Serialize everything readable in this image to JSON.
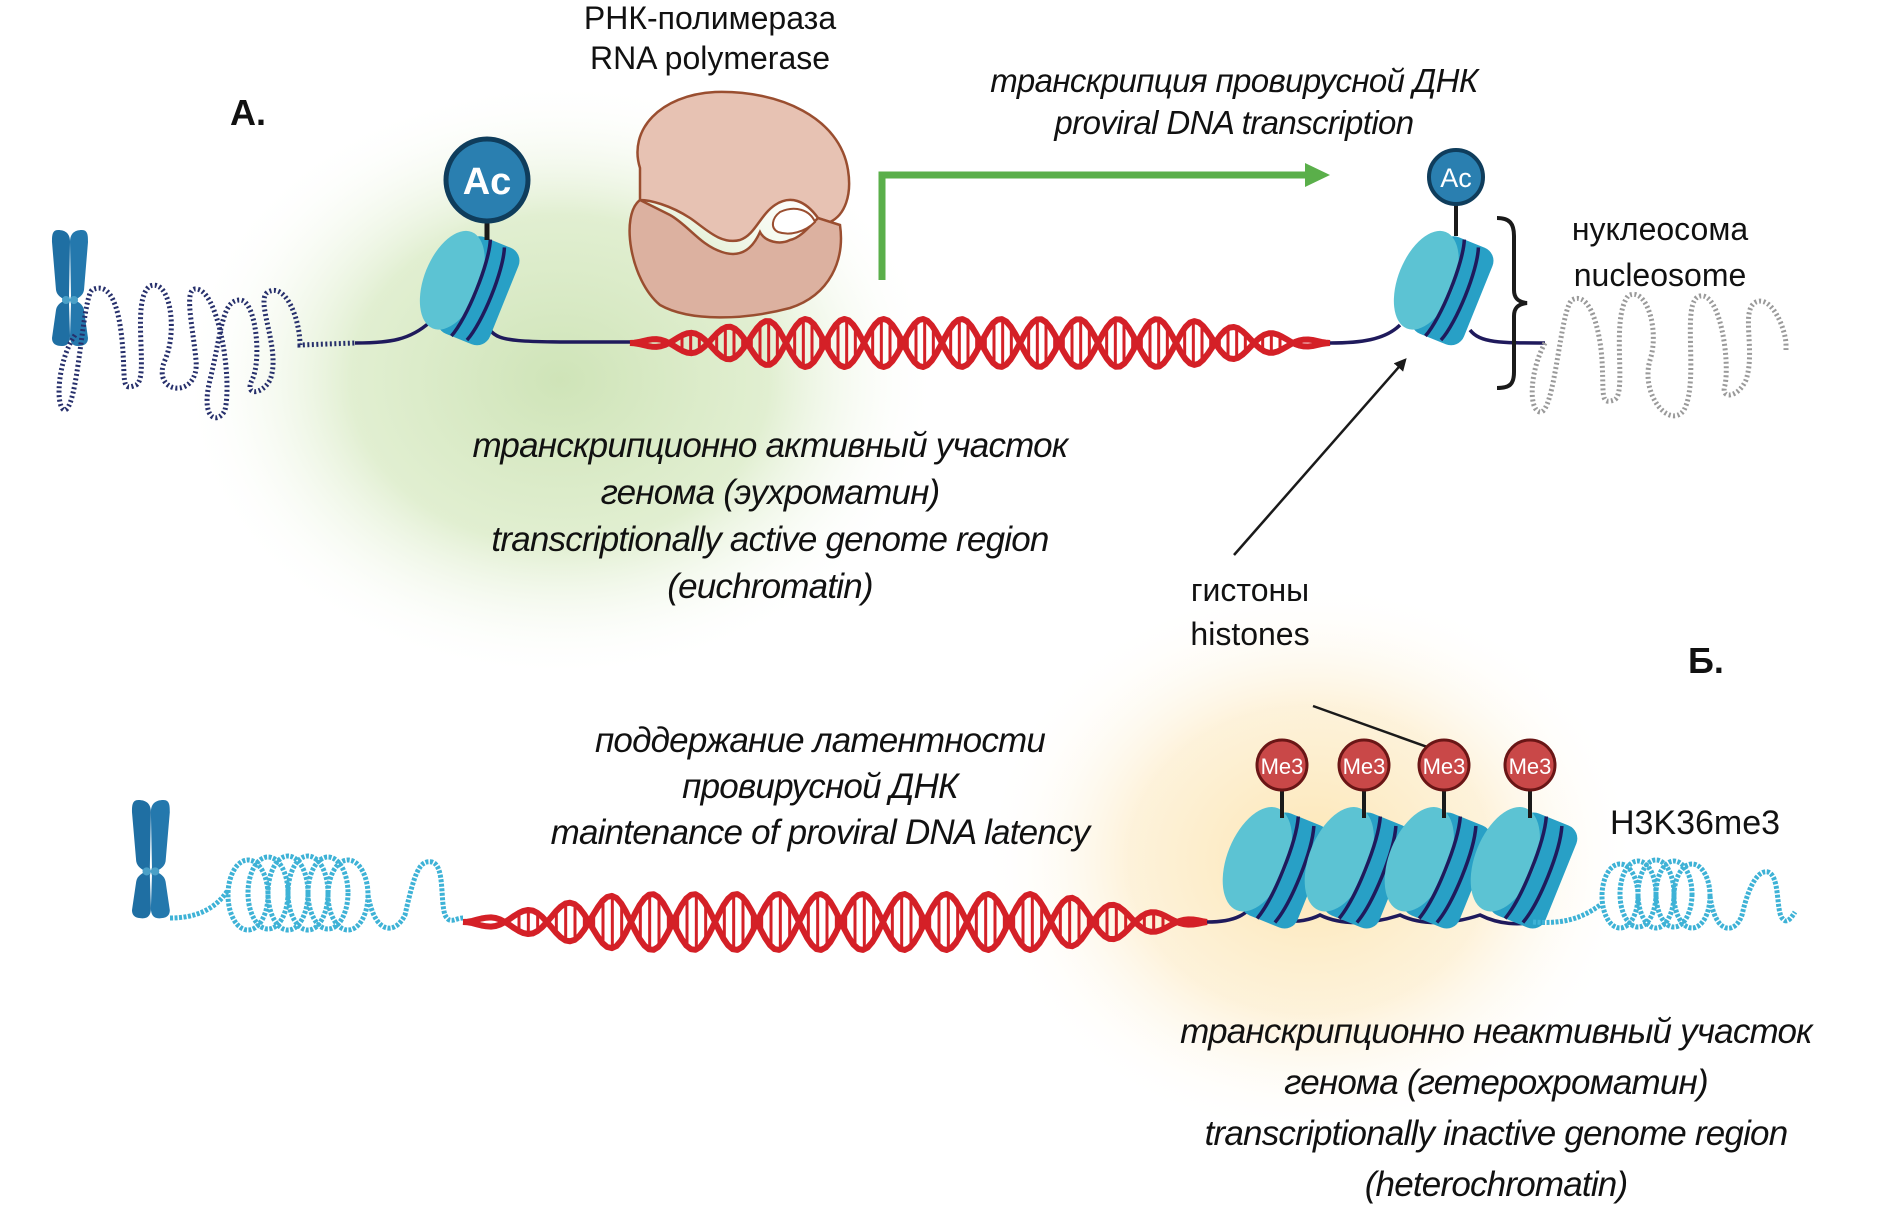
{
  "figure": {
    "panels": [
      {
        "id": "A",
        "letter": "А.",
        "state_label": [
          "транскрипционно активный участок",
          "генома (эухроматин)",
          "transcriptionally active genome region",
          "(euchromatin)"
        ],
        "modification_badge": "Ac",
        "glow_color": "#d4e8c0"
      },
      {
        "id": "B",
        "letter": "Б.",
        "state_label": [
          "транскрипционно неактивный участок",
          "генома (гетерохроматин)",
          "transcriptionally inactive genome region",
          "(heterochromatin)"
        ],
        "modification_badge": "Me3",
        "modification_name": "H3K36me3",
        "glow_color": "#fdebc4"
      }
    ],
    "rna_polymerase_label": [
      "РНК-полимераза",
      "RNA polymerase"
    ],
    "transcription_label": [
      "транскрипция провирусной ДНК",
      "proviral DNA transcription"
    ],
    "nucleosome_label": [
      "нуклеосома",
      "nucleosome"
    ],
    "histones_label": [
      "гистоны",
      "histones"
    ],
    "latency_label": [
      "поддержание латентности",
      "провирусной ДНК",
      "maintenance of proviral DNA latency"
    ],
    "colors": {
      "proviral_dna": "#d42027",
      "histone_light": "#5cc3d3",
      "histone_dark": "#28a0c6",
      "dna_wrap": "#1f1a5c",
      "acetyl": "#2a7fb0",
      "acetyl_border": "#0f3d5c",
      "methyl": "#c94848",
      "methyl_border": "#6a1616",
      "transcription_arrow": "#5aaf4a",
      "polymerase": "#e7c2b3",
      "polymerase_border": "#9a4e30",
      "chromosome": "#1f6fa3",
      "chromatin_dark": "#262f6b",
      "chromatin_grey": "#9a9a9a",
      "chromatin_cyan": "#3eb2d6"
    }
  }
}
